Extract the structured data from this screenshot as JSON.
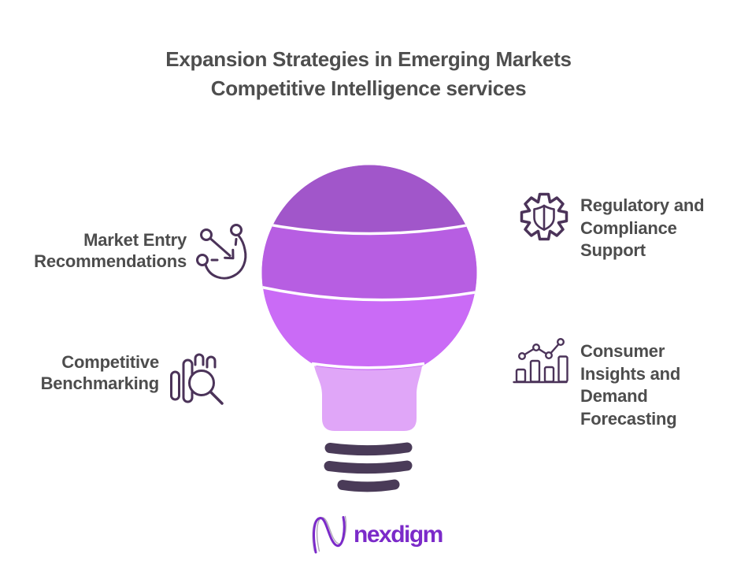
{
  "title": {
    "line1": "Expansion Strategies in Emerging Markets",
    "line2": "Competitive Intelligence services"
  },
  "callouts": {
    "market_entry": {
      "line1": "Market Entry",
      "line2": "Recommendations"
    },
    "benchmarking": {
      "line1": "Competitive",
      "line2": "Benchmarking"
    },
    "regulatory": {
      "line1": "Regulatory and",
      "line2": "Compliance",
      "line3": "Support"
    },
    "consumer": {
      "line1": "Consumer",
      "line2": "Insights and",
      "line3": "Demand",
      "line4": "Forecasting"
    }
  },
  "icons": {
    "market_entry": "route-options-arrow-icon",
    "benchmarking": "bar-chart-magnifier-icon",
    "regulatory": "gear-shield-icon",
    "consumer": "trend-line-bar-chart-icon"
  },
  "bulb": {
    "colors": {
      "top": "#a156ca",
      "middle": "#b75ee2",
      "bottom": "#ca6bf6",
      "neck": "#e0a6f8",
      "base": "#4a3b58",
      "separator": "#ffffff"
    }
  },
  "logo": {
    "text": "nexdigm",
    "color": "#7b2ac9"
  },
  "colors": {
    "text": "#4d4d4d",
    "icon": "#4b3359",
    "background": "#ffffff"
  }
}
